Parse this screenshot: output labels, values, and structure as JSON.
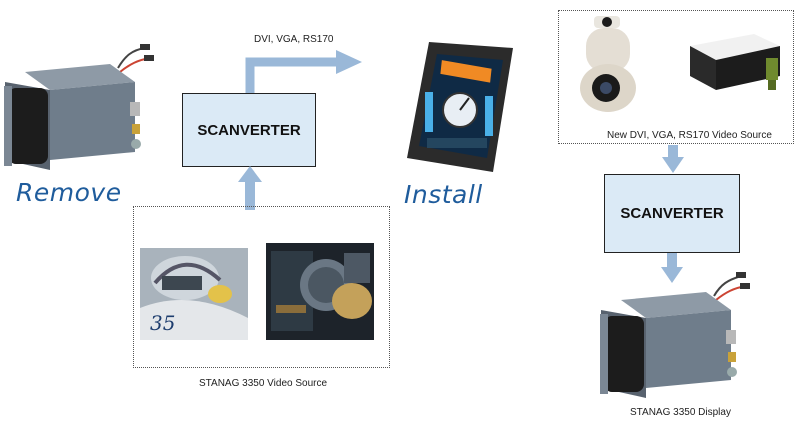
{
  "labels": {
    "remove": "Remove",
    "install": "Install"
  },
  "boxes": {
    "scanverter_left": "SCANVERTER",
    "scanverter_right": "SCANVERTER"
  },
  "captions": {
    "outputs": "DVI, VGA, RS170",
    "stanag_source": "STANAG 3350 Video Source",
    "new_source": "New DVI, VGA, RS170 Video Source",
    "stanag_display": "STANAG 3350 Display"
  },
  "colors": {
    "arrow": "#9ab8d8",
    "box_fill": "#dbeaf6",
    "label_blue": "#1f5c9c"
  }
}
